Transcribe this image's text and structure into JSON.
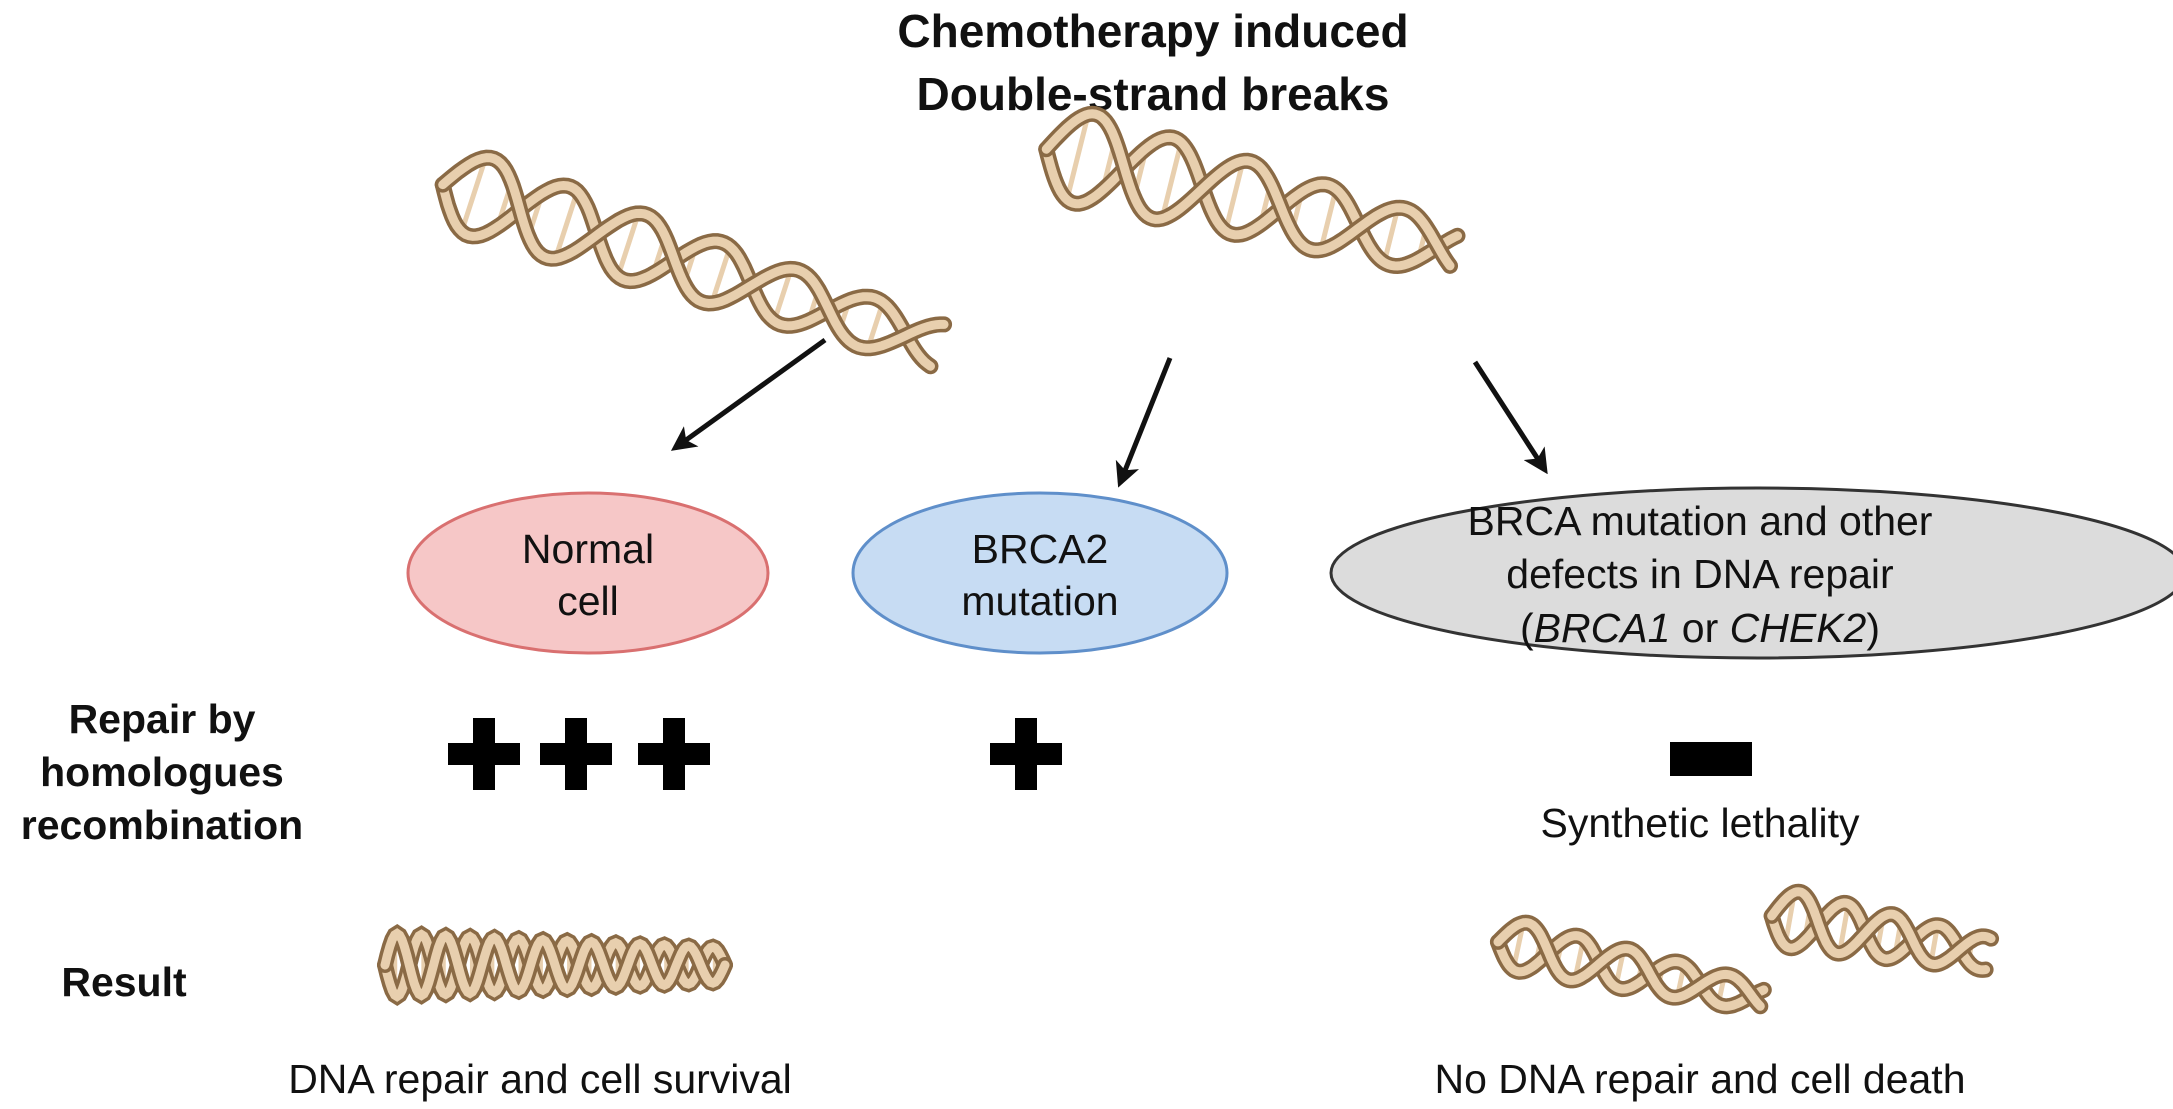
{
  "title": {
    "line1": "Chemotherapy induced",
    "line2": "Double-strand breaks"
  },
  "cells": {
    "normal": {
      "line1": "Normal",
      "line2": "cell",
      "fill": "#f6c7c7",
      "stroke": "#d97070"
    },
    "brca2": {
      "line1": "BRCA2",
      "line2": "mutation",
      "fill": "#c7dcf3",
      "stroke": "#5f8fca"
    },
    "brca_other": {
      "line1": "BRCA mutation and other",
      "line2": "defects in DNA repair",
      "line3_open": "(",
      "line3_gene1": "BRCA1",
      "line3_mid": " or ",
      "line3_gene2": "CHEK2",
      "line3_close": ")",
      "fill": "#dcdcdc",
      "stroke": "#333333"
    }
  },
  "row_labels": {
    "repair_line1": "Repair by",
    "repair_line2": "homologues",
    "repair_line3": "recombination",
    "result": "Result"
  },
  "repair_levels": {
    "normal": "+++",
    "brca2": "+",
    "brca_other": "−"
  },
  "synthetic_lethality": "Synthetic lethality",
  "outcomes": {
    "survival": "DNA repair and cell survival",
    "death": "No DNA repair and cell death"
  },
  "colors": {
    "dna_light": "#e8cfae",
    "dna_dark": "#8a6a45",
    "arrow": "#111111",
    "symbol": "#000000"
  }
}
